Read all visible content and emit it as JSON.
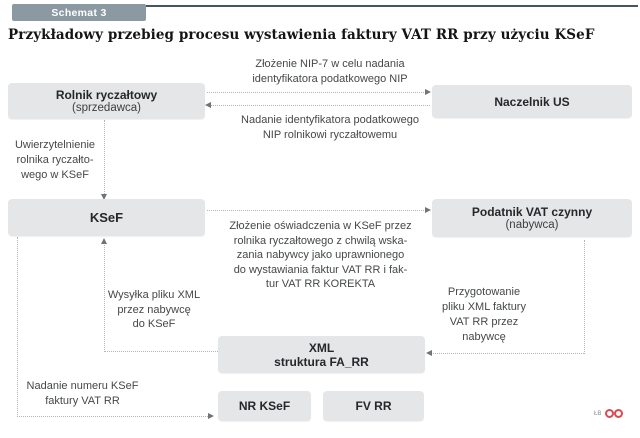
{
  "badge": {
    "label": "Schemat 3"
  },
  "title": "Przykładowy przebieg procesu wystawienia faktury VAT RR przy użyciu KSeF",
  "nodes": {
    "rolnik": {
      "title": "Rolnik ryczałtowy",
      "subtitle": "(sprzedawca)"
    },
    "naczelnik": {
      "title": "Naczelnik US"
    },
    "ksef": {
      "title": "KSeF"
    },
    "podatnik": {
      "title": "Podatnik VAT czynny",
      "subtitle": "(nabywca)"
    },
    "xml": {
      "title": "XML",
      "subtitle": "struktura FA_RR"
    },
    "nrksef": {
      "title": "NR KSeF"
    },
    "fvrr": {
      "title": "FV RR"
    }
  },
  "labels": {
    "zlozenie_nip": [
      "Złożenie NIP-7 w celu nadania",
      "identyfikatora podatkowego NIP"
    ],
    "nadanie_nip": [
      "Nadanie identyfikatora podatkowego",
      "NIP rolnikowi ryczałtowemu"
    ],
    "uwierzytelnienie": [
      "Uwierzytelnienie",
      "rolnika ryczałto-",
      "wego w KSeF"
    ],
    "oswiadczenie": [
      "Złożenie oświadczenia w KSeF przez",
      "rolnika ryczałtowego z chwilą wska-",
      "zania nabywcy jako uprawnionego",
      "do wystawiania faktur VAT RR i fak-",
      "tur VAT RR KOREKTA"
    ],
    "wysylka": [
      "Wysyłka pliku XML",
      "przez nabywcę",
      "do KSeF"
    ],
    "przygotowanie": [
      "Przygotowanie",
      "pliku XML faktury",
      "VAT RR przez",
      "nabywcę"
    ],
    "nadanie_numeru": [
      "Nadanie numeru KSeF",
      "faktury VAT RR"
    ]
  },
  "credit": {
    "initials": "ŁB"
  },
  "colors": {
    "badge": "#8b99a3",
    "header_rule": "#47555f",
    "box_fill": "#e4e6e7",
    "connector": "#b2b6b8",
    "arrow": "#6f7477",
    "credit_logo": "#dd4950"
  }
}
